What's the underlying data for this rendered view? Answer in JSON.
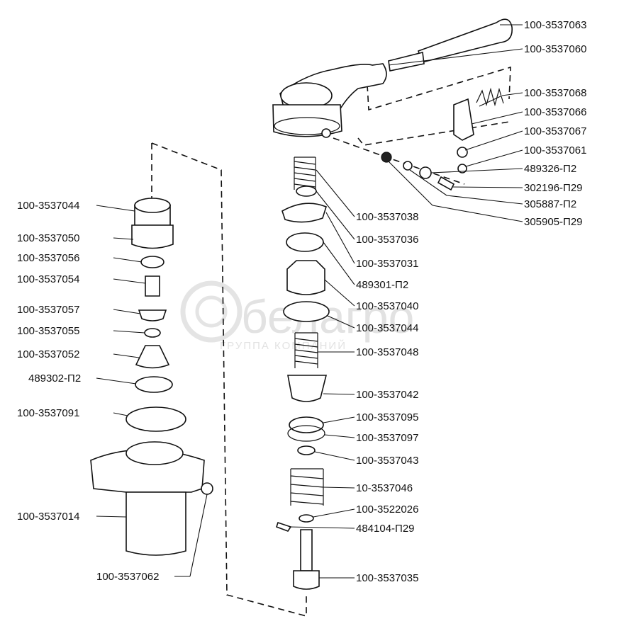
{
  "watermark": {
    "brand": "белагро",
    "subtitle": "ГРУППА КОМПАНИЙ"
  },
  "parts_right": [
    "100-3537063",
    "100-3537060",
    "100-3537068",
    "100-3537066",
    "100-3537067",
    "100-3537061",
    "489326-П2",
    "302196-П29",
    "305887-П2",
    "305905-П29",
    "100-3537038",
    "100-3537036",
    "100-3537031",
    "489301-П2",
    "100-3537040",
    "100-3537044",
    "100-3537048",
    "100-3537042",
    "100-3537095",
    "100-3537097",
    "100-3537043",
    "10-3537046",
    "100-3522026",
    "484104-П29",
    "100-3537035"
  ],
  "parts_left": [
    "100-3537044",
    "100-3537050",
    "100-3537056",
    "100-3537054",
    "100-3537057",
    "100-3537055",
    "100-3537052",
    "489302-П2",
    "100-3537091",
    "100-3537014",
    "100-3537062"
  ]
}
